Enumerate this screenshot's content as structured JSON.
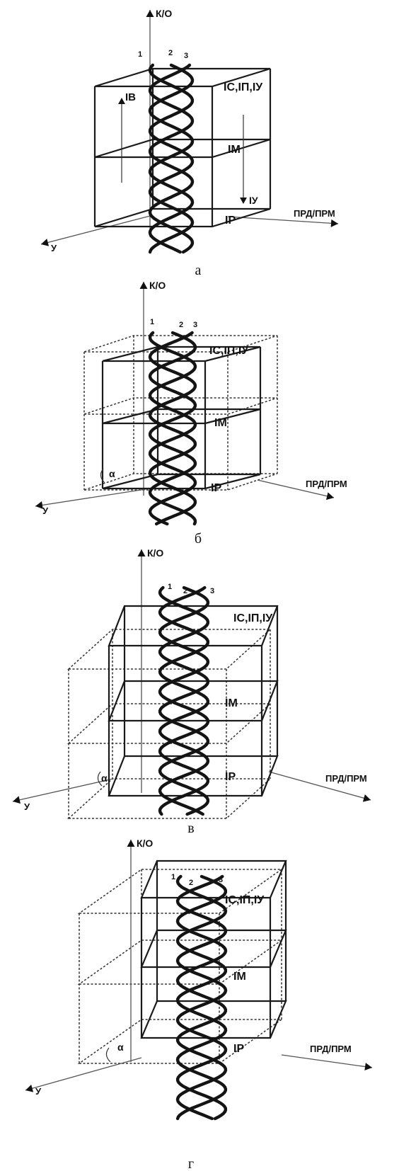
{
  "panels": [
    {
      "caption": "а",
      "axis_vertical": "К/О",
      "axis_right": "ПРД/ПРМ",
      "axis_left": "У",
      "helix_numbers": [
        "1",
        "2",
        "3"
      ],
      "layer_top": "IC,IП,IУ",
      "layer_middle": "IM",
      "layer_bottom": "IP",
      "flow_up": "IВ",
      "flow_down": "IУ",
      "alpha": ""
    },
    {
      "caption": "б",
      "axis_vertical": "К/О",
      "axis_right": "ПРД/ПРМ",
      "axis_left": "У",
      "helix_numbers": [
        "1",
        "2",
        "3"
      ],
      "layer_top": "IC,IП,IУ",
      "layer_middle": "IM",
      "layer_bottom": "IP",
      "flow_up": "",
      "flow_down": "",
      "alpha": "α"
    },
    {
      "caption": "в",
      "axis_vertical": "К/О",
      "axis_right": "ПРД/ПРМ",
      "axis_left": "У",
      "helix_numbers": [
        "1",
        "2",
        "3"
      ],
      "layer_top": "IC,IП,IУ",
      "layer_middle": "IM",
      "layer_bottom": "IP",
      "flow_up": "",
      "flow_down": "",
      "alpha": "α"
    },
    {
      "caption": "г",
      "axis_vertical": "К/О",
      "axis_right": "ПРД/ПРМ",
      "axis_left": "У",
      "helix_numbers": [
        "1",
        "2",
        "3"
      ],
      "layer_top": "IC,IП,IУ",
      "layer_middle": "IM",
      "layer_bottom": "IP",
      "flow_up": "",
      "flow_down": "",
      "alpha": "α"
    }
  ]
}
